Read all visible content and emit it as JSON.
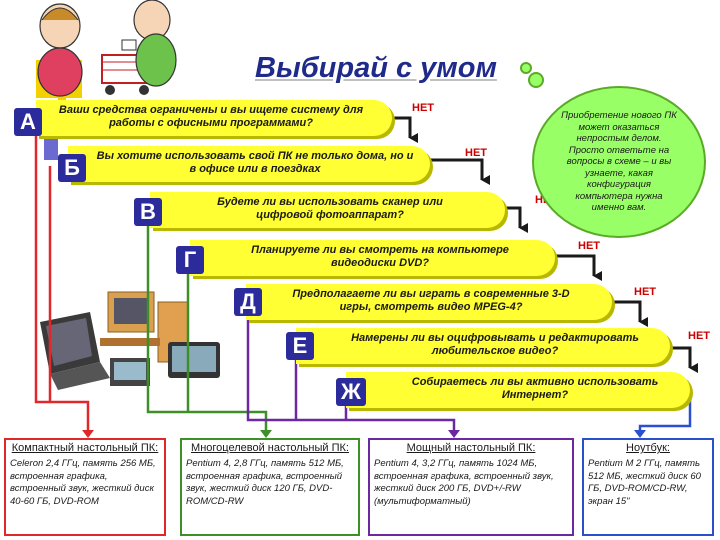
{
  "title": "Выбирай с умом",
  "no_label": "НЕТ",
  "bubble_text": "Приобретение нового ПК может оказаться непростым делом. Просто ответьте на вопросы в схеме – и вы узнаете, какая конфигурация компьютера нужна именно вам.",
  "questions": [
    {
      "letter": "А",
      "text": "Ваши средства ограничены и вы ищете систему для работы с офисными программами?"
    },
    {
      "letter": "Б",
      "text": "Вы хотите использовать свой ПК не только дома, но и в офисе или в поездках"
    },
    {
      "letter": "В",
      "text": "Будете ли вы использовать сканер или цифровой фотоаппарат?"
    },
    {
      "letter": "Г",
      "text": "Планируете ли вы смотреть на компьютере видеодиски DVD?"
    },
    {
      "letter": "Д",
      "text": "Предполагаете ли вы играть в современные 3-D игры, смотреть видео MPEG-4?"
    },
    {
      "letter": "Е",
      "text": "Намерены ли вы оцифровывать и редактировать любительское видео?"
    },
    {
      "letter": "Ж",
      "text": "Собираетесь ли вы активно использовать Интернет?"
    }
  ],
  "results": [
    {
      "title": "Компактный настольный ПК:",
      "text": "Celeron 2,4 ГГц, память 256 МБ, встроенная графика, встроенный звук, жесткий диск 40-60 ГБ, DVD-ROM",
      "color": "#e0282a"
    },
    {
      "title": "Многоцелевой настольный ПК:",
      "text": "Pentium 4, 2,8 ГГц, память 512 МБ, встроенная графика, встроенный звук, жесткий диск 120 ГБ, DVD-ROM/CD-RW",
      "color": "#3d8f28"
    },
    {
      "title": "Мощный настольный ПК:",
      "text": "Pentium 4,  3,2 ГГц, память 1024 МБ, встроенная графика, встроенный звук, жесткий диск 200 ГБ, DVD+/-RW (мультиформатный)",
      "color": "#6b28a0"
    },
    {
      "title": "Ноутбук:",
      "text": "Pentium M 2 ГГц, память 512 МБ, жесткий диск 60 ГБ, DVD-ROM/CD-RW, экран 15\"",
      "color": "#2a4fd0"
    }
  ],
  "colors": {
    "question_fill": "#ffff33",
    "letter_bg": "#2b2b9b",
    "no_text": "#cc0000",
    "bubble": "#99ff66",
    "accent_stripe": "#ffcc00"
  }
}
